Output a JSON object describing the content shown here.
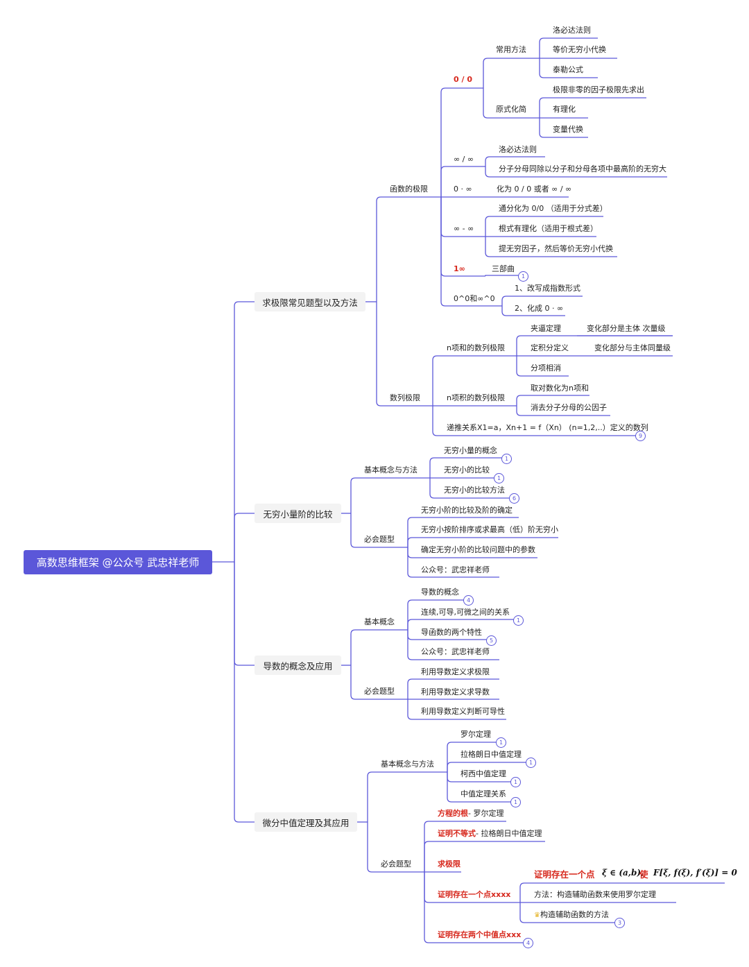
{
  "root": "高数思维框架 @公众号 武忠祥老师",
  "colors": {
    "line": "#5b57d9",
    "accent": "#d7281d",
    "root_bg": "#5b57d9"
  },
  "nodes": {
    "limits": "求极限常见题型以及方法",
    "func_limit": "函数的极限",
    "zero_zero": "0 / 0",
    "common_methods": "常用方法",
    "lhopital": "洛必达法则",
    "equiv": "等价无穷小代换",
    "taylor": "泰勒公式",
    "simplify": "原式化简",
    "nonzero_factor": "极限非零的因子极限先求出",
    "rationalize": "有理化",
    "subst": "变量代换",
    "inf_inf": "∞ / ∞",
    "lhopital2": "洛必达法则",
    "divide_high": "分子分母同除以分子和分母各项中最高阶的无穷大",
    "zero_inf": "0 · ∞",
    "to_00": "化为 0 / 0 或者 ∞ / ∞",
    "inf_minus_inf": "∞ - ∞",
    "common_denom": "通分化为 0/0 （适用于分式差）",
    "root_rational": "根式有理化（适用于根式差）",
    "extract_inf": "提无穷因子，然后等价无穷小代换",
    "one_inf": "1∞",
    "three_steps": "三部曲",
    "zero0_inf0": "0^0和∞^0",
    "exp_form": "1、改写成指数形式",
    "to_0inf": "2、化成 0 · ∞",
    "seq_limit": "数列极限",
    "n_sum": "n项和的数列极限",
    "squeeze": "夹逼定理",
    "squeeze_note": "变化部分是主体 次量级",
    "def_integral": "定积分定义",
    "integral_note": "变化部分与主体同量级",
    "split": "分项相消",
    "n_prod": "n项积的数列极限",
    "log_to_sum": "取对数化为n项和",
    "cancel_common": "消去分子分母的公因子",
    "recursive": "递推关系X1=a，Xn+1 = f（Xn） (n=1,2,..）定义的数列",
    "infinitesimal": "无穷小量阶的比较",
    "basic_concepts_methods": "基本概念与方法",
    "inf_concept": "无穷小量的概念",
    "inf_compare": "无穷小的比较",
    "inf_compare_method": "无穷小的比较方法",
    "must_know": "必会题型",
    "order_determine": "无穷小阶的比较及阶的确定",
    "order_sort": "无穷小按阶排序或求最高（低）阶无穷小",
    "param_determine": "确定无穷小阶的比较问题中的参数",
    "wechat1": "公众号：武忠祥老师",
    "derivative": "导数的概念及应用",
    "basic_concepts": "基本概念",
    "deriv_concept": "导数的概念",
    "cont_rel": "连续,可导,可微之间的关系",
    "deriv_props": "导函数的两个特性",
    "wechat2": "公众号：武忠祥老师",
    "must_know2": "必会题型",
    "deriv_def_limit": "利用导数定义求极限",
    "deriv_def_deriv": "利用导数定义求导数",
    "deriv_def_judge": "利用导数定义判断可导性",
    "mvt": "微分中值定理及其应用",
    "basic_concepts_methods2": "基本概念与方法",
    "rolle": "罗尔定理",
    "lagrange": "拉格朗日中值定理",
    "cauchy": "柯西中值定理",
    "mvt_rel": "中值定理关系",
    "must_know3": "必会题型",
    "eq_root_a": "方程的根",
    "eq_root_b": " - 罗尔定理",
    "ineq_a": "证明不等式",
    "ineq_b": " - 拉格朗日中值定理",
    "find_limit": "求极限",
    "exist_one": "证明存在一个点xxxx",
    "formula_lead": "证明存在一个点",
    "formula_mid": "ξ ∈ (a,b),",
    "formula_use": "使",
    "formula_eq": "F[ξ, f(ξ), f′(ξ)] = 0",
    "method_rolle": "方法：构造辅助函数来使用罗尔定理",
    "aux_func": "构造辅助函数的方法",
    "exist_two": "证明存在两个中值点xxx"
  },
  "badges": {
    "one_inf": "1",
    "recursive": "9",
    "inf_concept": "1",
    "inf_compare": "1",
    "inf_compare_method": "6",
    "deriv_concept": "4",
    "cont_rel": "1",
    "deriv_props": "5",
    "rolle": "1",
    "lagrange": "1",
    "cauchy": "1",
    "mvt_rel": "1",
    "aux_func": "3",
    "exist_two": "4"
  },
  "icons": {
    "aux_func": "crown-icon"
  }
}
